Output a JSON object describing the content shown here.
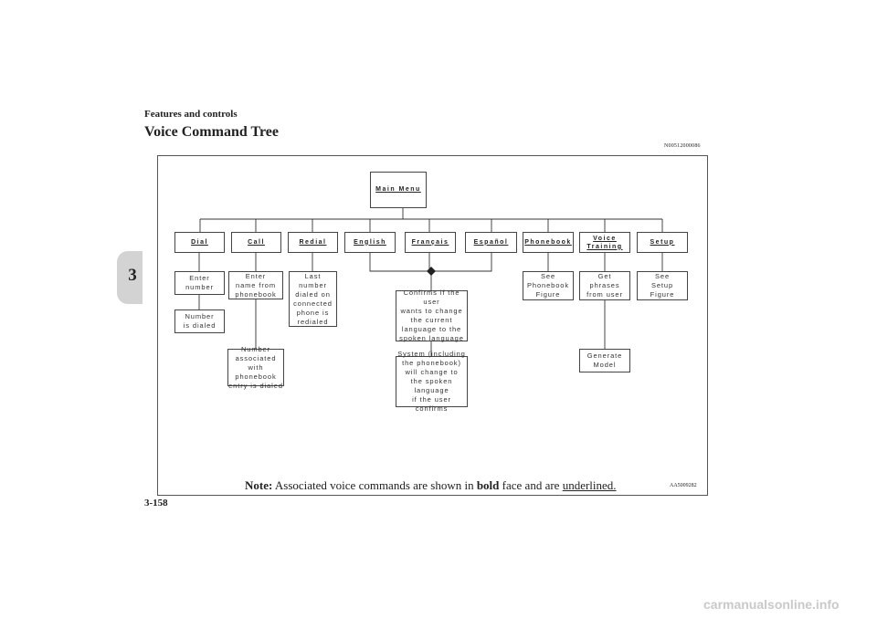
{
  "header": {
    "section": "Features and controls",
    "title": "Voice Command Tree",
    "doc_code": "N00512000086"
  },
  "chapter": "3",
  "page_number": "3-158",
  "diagram": {
    "main_menu": "Main Menu",
    "commands": {
      "dial": "Dial",
      "call": "Call",
      "redial": "Redial",
      "english": "English",
      "francais": "Français",
      "espanol": "Español",
      "phonebook": "Phonebook",
      "voice_training": "Voice\nTraining",
      "setup": "Setup"
    },
    "descriptions": {
      "enter_number": "Enter\nnumber",
      "number_dialed": "Number\nis dialed",
      "enter_name": "Enter\nname from\nphonebook",
      "number_associated": "Number\nassociated with\nphonebook\nentry is dialed",
      "last_number": "Last\nnumber\ndialed on\nconnected\nphone is\nredialed",
      "confirms": "Confirms if the user\nwants to change\nthe current\nlanguage to the\nspoken language",
      "system_change": "System (including\nthe phonebook)\nwill change to\nthe spoken language\nif the user confirms",
      "see_phonebook": "See\nPhonebook\nFigure",
      "get_phrases": "Get\nphrases\nfrom user",
      "generate_model": "Generate\nModel",
      "see_setup": "See\nSetup\nFigure"
    },
    "note_label": "Note:",
    "note_text_1": "Associated voice commands are shown in",
    "note_bold": "bold",
    "note_text_2": "face and are",
    "note_underlined": "underlined.",
    "art_code": "AA5009282"
  },
  "watermark": "carmanualsonline.info"
}
